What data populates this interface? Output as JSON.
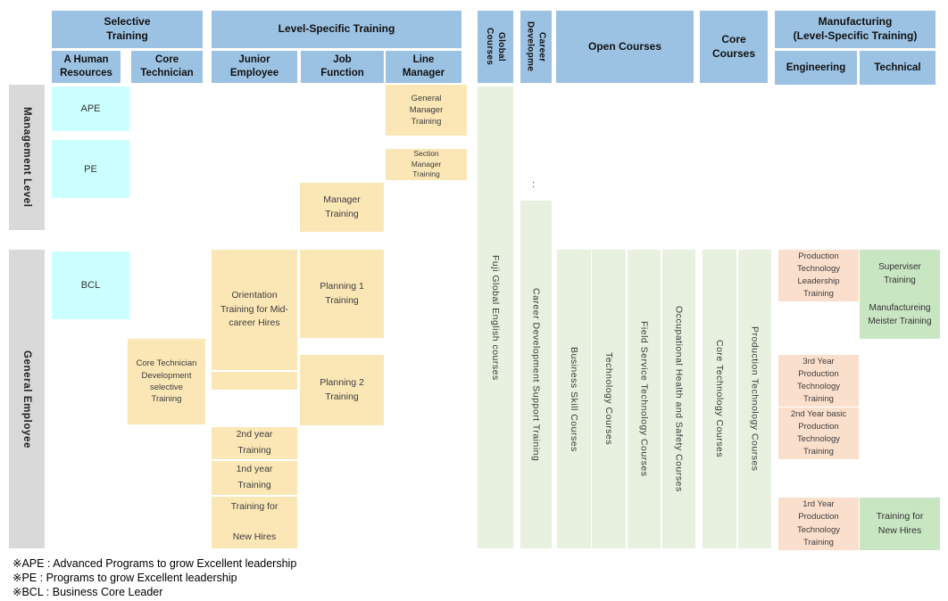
{
  "colors": {
    "header_blue": "#9CC2E3",
    "cyan": "#CCFFFF",
    "yellow": "#FBE7B6",
    "light_green": "#E8F0DF",
    "green": "#C9E6C3",
    "pink": "#FBDFCD",
    "gray": "#D9D9D9"
  },
  "headers": {
    "selective_training": "Selective\nTraining",
    "level_specific_training": "Level-Specific Training",
    "global_courses": "Global\nCourses",
    "career_development": "Career\nDevelopme",
    "open_courses": "Open Courses",
    "core_courses": "Core\nCourses",
    "manufacturing": "Manufacturing\n(Level-Specific Training)",
    "a_human_resources": "A Human\nResources",
    "core_technician": "Core\nTechnician",
    "junior_employee": "Junior\nEmployee",
    "job_function": "Job\nFunction",
    "line_manager": "Line\nManager",
    "engineering": "Engineering",
    "technical": "Technical"
  },
  "row_labels": {
    "management": "Management Level",
    "general": "General Employee"
  },
  "cells": {
    "ape": "APE",
    "pe": "PE",
    "bcl": "BCL",
    "general_manager_training": "General\nManager\nTraining",
    "section_manager_training": "Section\nManager\nTraining",
    "manager_training": "Manager\nTraining",
    "orientation_training": "Orientation\nTraining for Mid-\ncareer Hires",
    "planning1_training": "Planning 1\nTraining",
    "planning2_training": "Planning 2\nTraining",
    "core_technician_dev_training": "Core Technician\nDevelopment\nselective\nTraining",
    "second_year_training": "2nd year\nTraining",
    "first_year_training": "1nd year\nTraining",
    "training_new_hires_top": "Training for",
    "training_new_hires_bottom": "New Hires"
  },
  "columns": {
    "fuji_global_english": "Fuji Global English courses",
    "colon": ":",
    "career_support": "Career Development Support Training",
    "business_skill": "Business Skill Courses",
    "technology": "Technology Courses",
    "field_service": "Field Service Technology Courses",
    "occupational_safety": "Occupational Health and Safety Courses",
    "core_technology": "Core Technology Courses",
    "production_technology": "Production Technology Courses"
  },
  "manufacturing_cells": {
    "leadership": "Production\nTechnology\nLeadership\nTraining",
    "superviser": "Superviser\nTraining",
    "meister": "Manufactureing\nMeister Training",
    "third_year": "3rd Year\nProduction\nTechnology\nTraining",
    "second_year_basic": "2nd Year basic\nProduction\nTechnology\nTraining",
    "first_year": "1rd Year\nProduction\nTechnology\nTraining",
    "new_hires": "Training for\nNew Hires"
  },
  "footnotes": [
    "※APE : Advanced Programs to grow Excellent leadership",
    "※PE : Programs to grow Excellent leadership",
    "※BCL : Business Core Leader"
  ]
}
